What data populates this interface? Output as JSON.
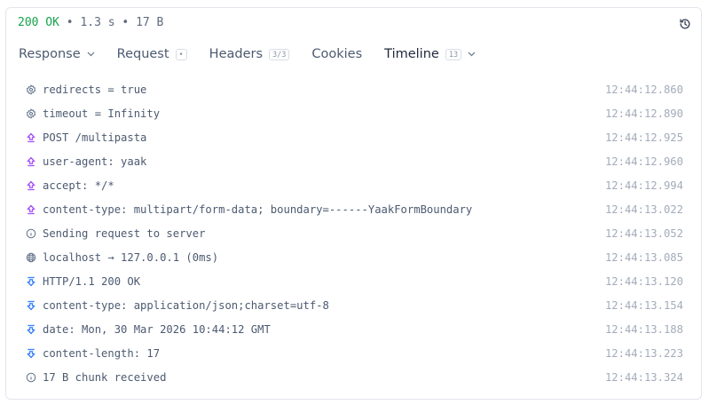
{
  "status": {
    "code": "200 OK",
    "sep1": " • ",
    "time": "1.3 s",
    "sep2": " • ",
    "size": "17 B"
  },
  "colors": {
    "ok": "#16a34a",
    "request": "#a855f7",
    "response": "#3b82f6",
    "neutral": "#64748b"
  },
  "tabs": [
    {
      "label": "Response",
      "has_chevron": true
    },
    {
      "label": "Request",
      "badge": "•"
    },
    {
      "label": "Headers",
      "badge": "3/3"
    },
    {
      "label": "Cookies"
    },
    {
      "label": "Timeline",
      "badge": "13",
      "has_chevron": true,
      "active": true
    }
  ],
  "timeline": [
    {
      "icon": "gear",
      "text": "redirects = true",
      "time": "12:44:12.860"
    },
    {
      "icon": "gear",
      "text": "timeout = Infinity",
      "time": "12:44:12.890"
    },
    {
      "icon": "upload",
      "text": "POST /multipasta",
      "time": "12:44:12.925"
    },
    {
      "icon": "upload",
      "text": "user-agent: yaak",
      "time": "12:44:12.960"
    },
    {
      "icon": "upload",
      "text": "accept: */*",
      "time": "12:44:12.994"
    },
    {
      "icon": "upload",
      "text": "content-type: multipart/form-data; boundary=------YaakFormBoundary",
      "time": "12:44:13.022"
    },
    {
      "icon": "info",
      "text": "Sending request to server",
      "time": "12:44:13.052"
    },
    {
      "icon": "globe",
      "text": "localhost → 127.0.0.1 (0ms)",
      "time": "12:44:13.085"
    },
    {
      "icon": "download",
      "text": "HTTP/1.1 200 OK",
      "time": "12:44:13.120"
    },
    {
      "icon": "download",
      "text": "content-type: application/json;charset=utf-8",
      "time": "12:44:13.154"
    },
    {
      "icon": "download",
      "text": "date: Mon, 30 Mar 2026 10:44:12 GMT",
      "time": "12:44:13.188"
    },
    {
      "icon": "download",
      "text": "content-length: 17",
      "time": "12:44:13.223"
    },
    {
      "icon": "info",
      "text": "17 B chunk received",
      "time": "12:44:13.324"
    }
  ]
}
